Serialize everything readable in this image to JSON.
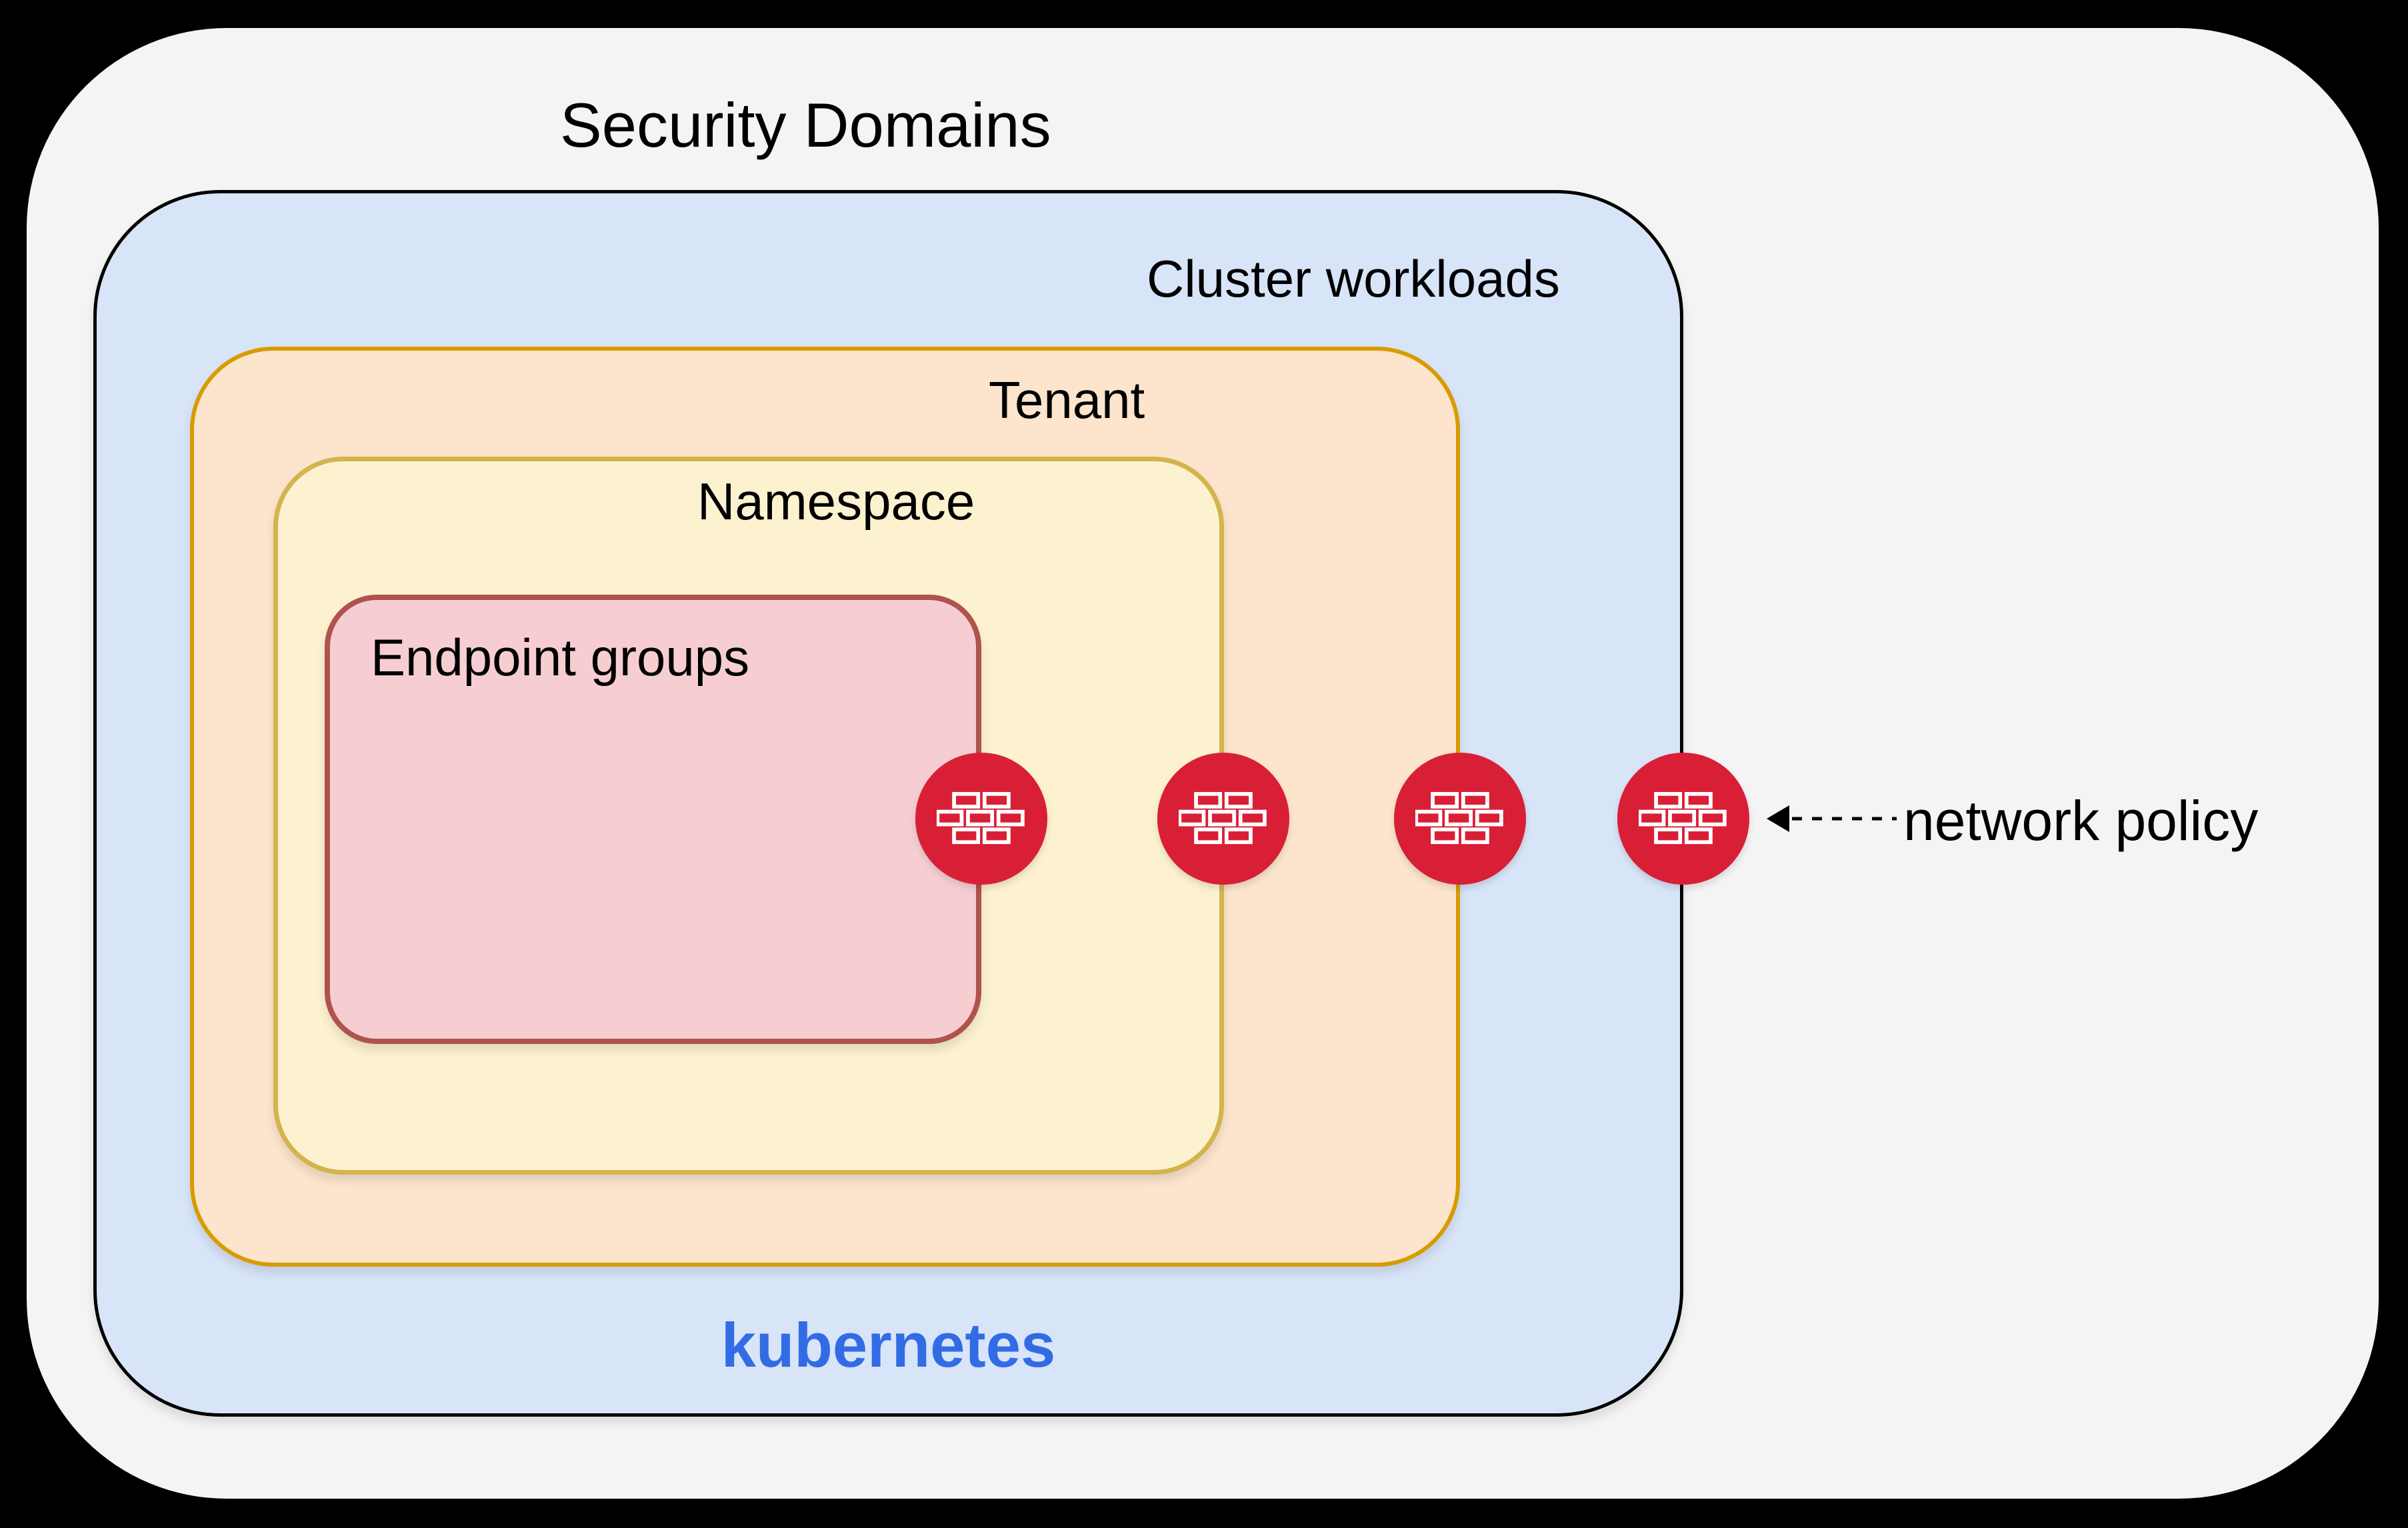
{
  "title": "Security Domains",
  "domains": {
    "cluster": {
      "label": "Cluster workloads",
      "footer": "kubernetes"
    },
    "tenant": {
      "label": "Tenant"
    },
    "namespace": {
      "label": "Namespace"
    },
    "endpoint_groups": {
      "label": "Endpoint groups"
    }
  },
  "annotation": {
    "label": "network policy",
    "arrow_style": "dashed-left-arrow"
  },
  "icons": {
    "firewall": {
      "name": "firewall-icon",
      "glyph": "brick-wall",
      "count": 4,
      "boundaries": [
        "endpoint-groups",
        "namespace",
        "tenant",
        "cluster"
      ]
    }
  },
  "colors": {
    "page_bg": "#000000",
    "outer_bg": "#f4f4f4",
    "cluster_fill": "#d8e4f8",
    "cluster_border": "#000000",
    "tenant_fill": "#fce5cc",
    "tenant_border": "#d79b00",
    "namespace_fill": "#fdf2d0",
    "namespace_border": "#d3b44e",
    "endpoint_fill": "#f6ced2",
    "endpoint_border": "#b0524e",
    "firewall_red": "#d91f36",
    "kubernetes_blue": "#326ce5",
    "brick_stroke": "#ffffff",
    "text_color": "#000000"
  }
}
